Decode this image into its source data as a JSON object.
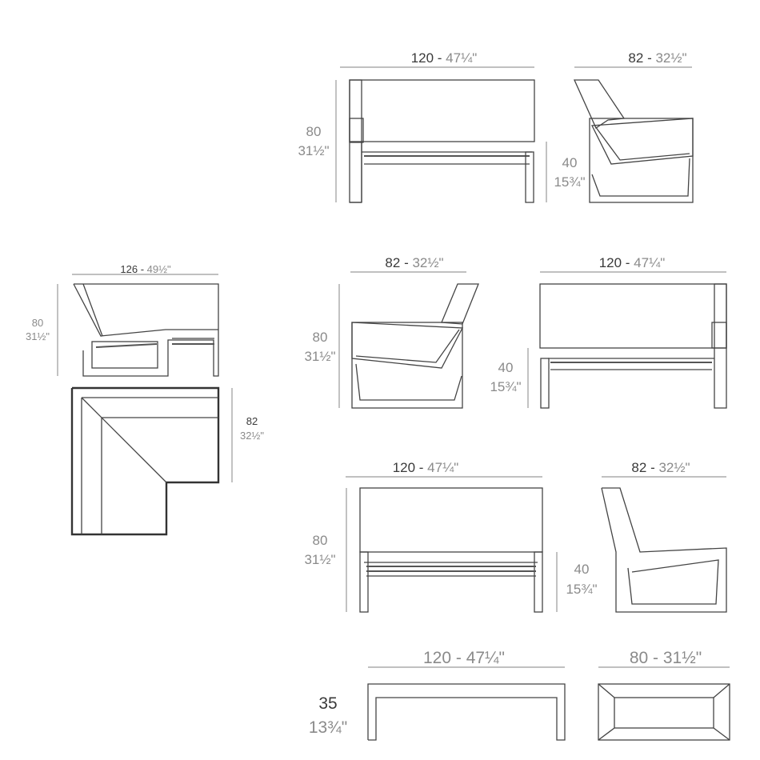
{
  "colors": {
    "metric_text": "#3a3a3a",
    "imperial_text": "#8a8a8a",
    "line": "#444444",
    "dimension_line": "#9a9a9a"
  },
  "separator": " - ",
  "groups": [
    {
      "name": "armchair-right-arm",
      "front": {
        "width_cm": "120",
        "width_in": "47¼\"",
        "height_cm": "80",
        "height_in": "31½\"",
        "seat_cm": "40",
        "seat_in": "15¾\""
      },
      "side": {
        "depth_cm": "82",
        "depth_in": "32½\""
      }
    },
    {
      "name": "corner",
      "side": {
        "width_cm": "126",
        "width_in": "49½\"",
        "height_cm": "80",
        "height_in": "31½\""
      },
      "top": {
        "depth_cm": "82",
        "depth_in": "32½\""
      }
    },
    {
      "name": "armchair-left-arm",
      "side": {
        "depth_cm": "82",
        "depth_in": "32½\"",
        "height_cm": "80",
        "height_in": "31½\""
      },
      "front": {
        "width_cm": "120",
        "width_in": "47¼\"",
        "seat_cm": "40",
        "seat_in": "15¾\""
      }
    },
    {
      "name": "central-module",
      "front": {
        "width_cm": "120",
        "width_in": "47¼\"",
        "height_cm": "80",
        "height_in": "31½\"",
        "seat_cm": "40",
        "seat_in": "15¾\""
      },
      "side": {
        "depth_cm": "82",
        "depth_in": "32½\""
      }
    },
    {
      "name": "coffee-table",
      "front": {
        "width_cm": "120",
        "width_in": "47¼\"",
        "height_cm": "35",
        "height_in": "13¾\""
      },
      "side": {
        "depth_cm": "80",
        "depth_in": "31½\""
      }
    }
  ]
}
